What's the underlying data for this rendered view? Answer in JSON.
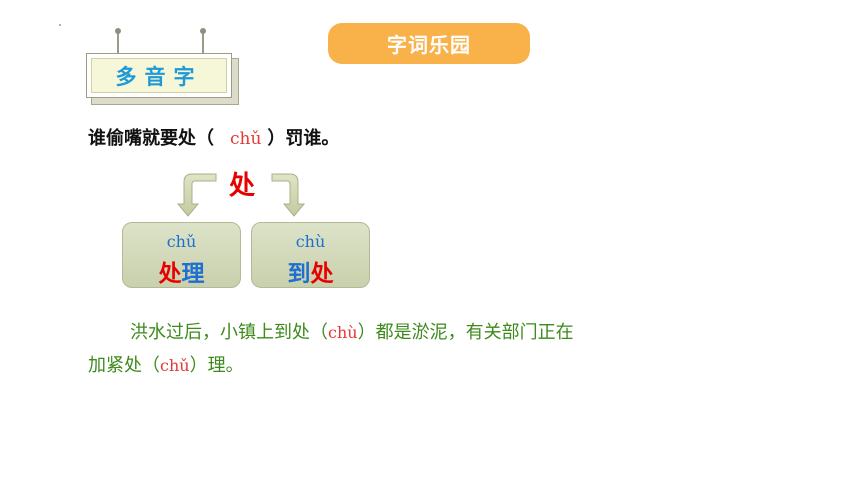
{
  "header": {
    "title": "字词乐园"
  },
  "sign": {
    "label": "多音字"
  },
  "sentence": {
    "before": "谁偷嘴就要处（",
    "pinyin": "chǔ",
    "after": "）罚谁。"
  },
  "diagram": {
    "center_char": "处",
    "cards": [
      {
        "pinyin": "chǔ",
        "char1": "处",
        "char2": "理"
      },
      {
        "pinyin": "chù",
        "char1": "到",
        "char2": "处"
      }
    ]
  },
  "paragraph": {
    "part1": "洪水过后，小镇上到处（",
    "pinyin1": "chù",
    "part2": "）都是淤泥，有关部门正在加紧处（",
    "pinyin2": "chǔ",
    "part3": "）理。"
  },
  "colors": {
    "banner": "#f9b14a",
    "sign_text": "#1f9ad6",
    "pinyin_red": "#e53935",
    "paragraph_green": "#3e8a1c"
  }
}
